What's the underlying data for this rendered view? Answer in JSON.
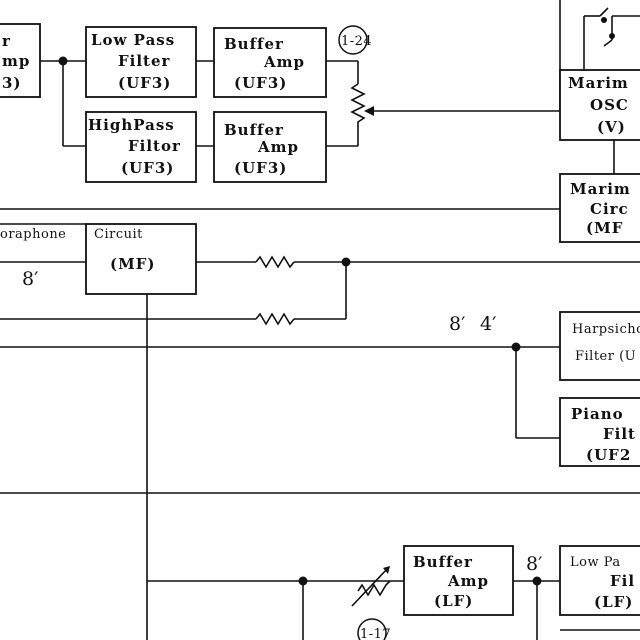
{
  "blocks": {
    "top_left_partial": {
      "line1": "r",
      "line2": "mp",
      "line3": "3)"
    },
    "lowpass_filter_top": {
      "line1": "Low Pass",
      "line2": "Filter",
      "line3": "(UF3)"
    },
    "buffer_amp_top": {
      "line1": "Buffer",
      "line2": "Amp",
      "line3": "(UF3)"
    },
    "highpass_filter": {
      "line1": "HighPass",
      "line2": "Filtor",
      "line3": "(UF3)"
    },
    "buffer_amp_mid": {
      "line1": "Buffer",
      "line2": "Amp",
      "line3": "(UF3)"
    },
    "marimba_osc": {
      "line1": "Marim",
      "line2": "OSC",
      "line3": "(V)"
    },
    "marimba_circuit": {
      "line1": "Marim",
      "line2": "Circ",
      "line3": "(MF"
    },
    "vibraphone_circuit": {
      "header_left": "oraphone",
      "header_right": "Circuit",
      "body": "(MF)"
    },
    "harpsichord_filter": {
      "line1": "Harpsicho",
      "line2": "Filter (U"
    },
    "piano_filter": {
      "line1": "Piano",
      "line2": "Filt",
      "line3": "(UF2"
    },
    "buffer_amp_bottom": {
      "line1": "Buffer",
      "line2": "Amp",
      "line3": "(LF)"
    },
    "lowpass_filter_bottom": {
      "line1": "Low Pa",
      "line2": "Fil",
      "line3": "(LF)"
    }
  },
  "labels": {
    "ref_1_24": "1-24",
    "ref_1_17": "1-17",
    "footage_vib": "8′",
    "footage_8": "8′",
    "footage_4": "4′",
    "footage_bottom": "8′"
  }
}
